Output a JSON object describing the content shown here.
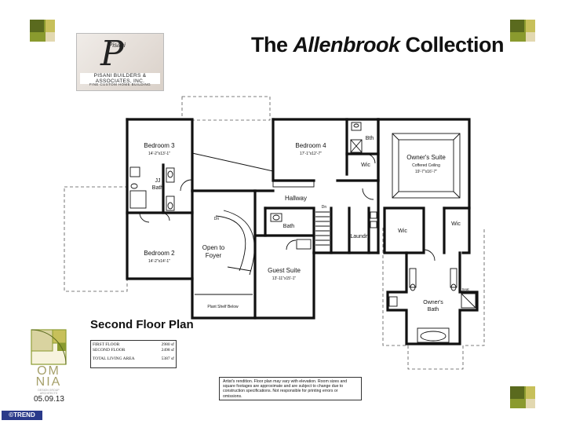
{
  "header": {
    "title_pre": "The ",
    "title_em": "Allenbrook",
    "title_post": " Collection"
  },
  "logo": {
    "letter": "P",
    "name": "Pisani",
    "company": "PISANI BUILDERS & ASSOCIATES, INC.",
    "tagline": "FINE CUSTOM HOME BUILDING"
  },
  "plan": {
    "floor_label": "Second Floor Plan",
    "rooms": {
      "bedroom3": {
        "name": "Bedroom 3",
        "dims": "14'-2\"x13'-1\""
      },
      "jj_bath": {
        "name_1": "JJ",
        "name_2": "Bath"
      },
      "bedroom4": {
        "name": "Bedroom 4",
        "dims": "17'-1\"x12'-7\""
      },
      "bth": {
        "name": "Bth"
      },
      "wic_b4": {
        "name": "Wic"
      },
      "owners_suite": {
        "name": "Owner's Suite",
        "note": "Coffered Ceiling",
        "dims": "19'-7\"x16'-7\""
      },
      "hallway": {
        "name": "Hallway"
      },
      "bath": {
        "name": "Bath"
      },
      "laundry": {
        "name": "Laundry"
      },
      "wic_o1": {
        "name": "Wic"
      },
      "wic_o2": {
        "name": "Wic"
      },
      "open_foyer": {
        "name_1": "Open to",
        "name_2": "Foyer"
      },
      "bedroom2": {
        "name": "Bedroom 2",
        "dims": "14'-2\"x14'-1\""
      },
      "guest_suite": {
        "name": "Guest Suite",
        "dims": "13'-11\"x15'-1\""
      },
      "plant_shelf": {
        "name": "Plant Shelf Below"
      },
      "owners_bath": {
        "name_1": "Owner's",
        "name_2": "Bath"
      },
      "seat": {
        "name": "Seat"
      },
      "dn1": {
        "name": "Dn"
      },
      "dn2": {
        "name": "Dn"
      }
    }
  },
  "sqft": {
    "rows": [
      {
        "label": "FIRST FLOOR",
        "value": "2980 sf"
      },
      {
        "label": "SECOND FLOOR",
        "value": "2498 sf"
      },
      {
        "label": "TOTAL LIVING AREA",
        "value": "5387 sf"
      }
    ]
  },
  "omnia": {
    "text_1": "OM",
    "text_2": "NIA",
    "sub": "DESIGN GROUP ARCHITECTS"
  },
  "note": "Artist's rendition. Floor plan may vary with elevation. Room sizes and square footages are approximate and are subject to change due to construction specifications. Not responsible for printing errors or omissions.",
  "date": "05.09.13",
  "trend": "©TREND",
  "colors": {
    "accent_olive": "#8a9a2e",
    "accent_dark": "#5a6a1e",
    "accent_light": "#e2d8b0",
    "trend_blue": "#2a3a8a"
  }
}
